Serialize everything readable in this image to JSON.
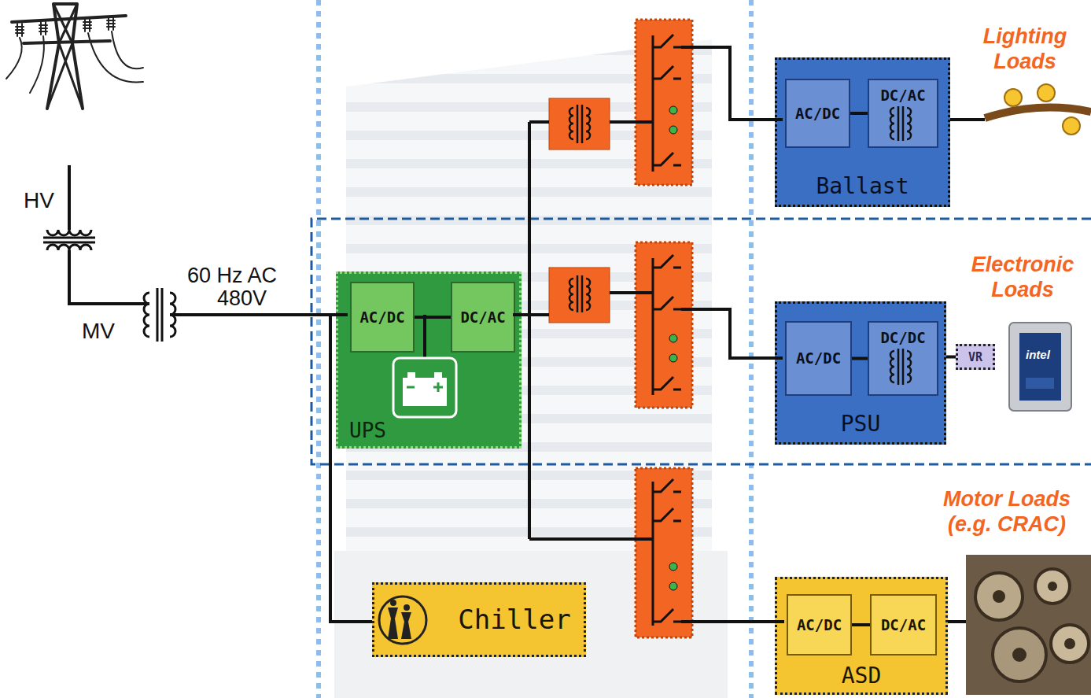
{
  "diagram": {
    "nodes": [
      {
        "text": [
          "UPS"
        ]
      },
      {
        "text": [
          "AC/DC"
        ],
        "in": 0
      },
      {
        "text": [
          "DC/AC"
        ],
        "in": 0
      },
      {
        "text": [
          "Ballast"
        ]
      },
      {
        "text": [
          "AC/DC"
        ],
        "in": 3
      },
      {
        "text": [
          "DC/AC"
        ],
        "in": 3
      },
      {
        "text": [
          "PSU"
        ]
      },
      {
        "text": [
          "AC/DC"
        ],
        "in": 6
      },
      {
        "text": [
          "DC/DC"
        ],
        "in": 6
      },
      {
        "text": [
          "VR"
        ]
      },
      {
        "text": [
          "Chiller"
        ]
      },
      {
        "text": [
          "ASD"
        ]
      },
      {
        "text": [
          "AC/DC"
        ],
        "in": 11
      },
      {
        "text": [
          "DC/AC"
        ],
        "in": 11
      }
    ],
    "edges": [
      {
        "from": 1,
        "to": 2,
        "arrow": "none"
      },
      {
        "from": 4,
        "to": 5,
        "arrow": "none"
      },
      {
        "from": 7,
        "to": 8,
        "arrow": "none"
      },
      {
        "from": 6,
        "to": 9,
        "arrow": "none"
      },
      {
        "from": 12,
        "to": 13,
        "arrow": "none"
      }
    ],
    "labels": [
      "HV",
      "MV",
      "60 Hz AC",
      "480V",
      "Lighting Loads",
      "Electronic Loads",
      "Motor Loads (e.g. CRAC)",
      "intel"
    ]
  }
}
